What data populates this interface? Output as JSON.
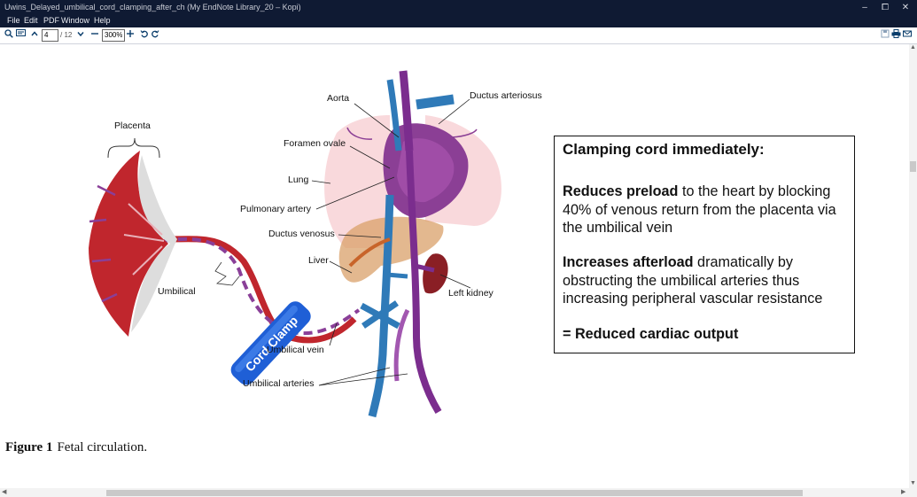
{
  "window": {
    "title": "Uwins_Delayed_umbilical_cord_clamping_after_ch (My EndNote Library_20 – Kopi)",
    "controls": {
      "minimize": "–",
      "maximize": "⧠",
      "close": "✕"
    }
  },
  "menu": [
    "File",
    "Edit",
    "PDF",
    "Window",
    "Help"
  ],
  "toolbar": {
    "page_current": "4",
    "page_total": "/ 12",
    "zoom": "300%"
  },
  "figure": {
    "labels": {
      "placenta": "Placenta",
      "aorta": "Aorta",
      "ductus_arteriosus": "Ductus arteriosus",
      "foramen_ovale": "Foramen ovale",
      "lung": "Lung",
      "pulmonary_artery": "Pulmonary artery",
      "ductus_venosus": "Ductus venosus",
      "liver": "Liver",
      "left_kidney": "Left kidney",
      "umbilical": "Umbilical",
      "cord_clamp": "Cord Clamp",
      "umbilical_vein": "Umbilical vein",
      "umbilical_arteries": "Umbilical arteries"
    },
    "colors": {
      "artery": "#7b2d8e",
      "vein": "#2f7ab8",
      "placenta": "#c0262d",
      "liver": "#d9a06a",
      "lung": "#f5c9cc",
      "clamp": "#1f5fd6",
      "kidney": "#8a1f25"
    }
  },
  "infobox": {
    "heading": "Clamping cord immediately:",
    "p1_bold": "Reduces preload",
    "p1_rest": " to the heart by blocking 40% of venous return from the placenta via the umbilical vein",
    "p2_bold": "Increases afterload",
    "p2_rest": " dramatically by obstructing the umbilical arteries thus increasing peripheral vascular resistance",
    "p3": "= Reduced cardiac output"
  },
  "caption": {
    "label": "Figure 1",
    "text": "Fetal circulation."
  }
}
